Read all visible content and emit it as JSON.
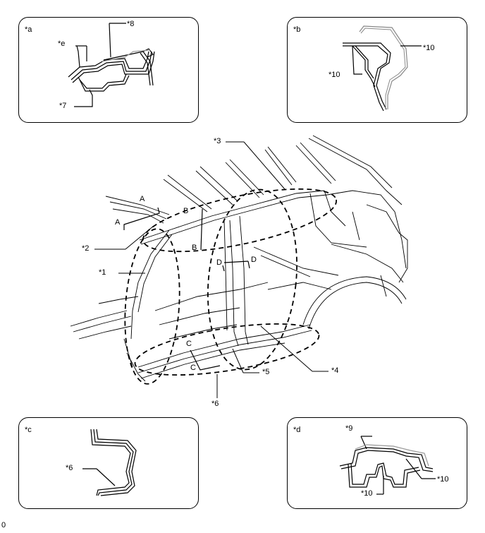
{
  "panel_a": {
    "id": "*a",
    "callouts": {
      "e": "*e",
      "c8": "*8",
      "c7": "*7"
    }
  },
  "panel_b": {
    "id": "*b",
    "callouts": {
      "c10a": "*10",
      "c10b": "*10"
    }
  },
  "panel_c": {
    "id": "*c",
    "callouts": {
      "c6": "*6"
    }
  },
  "panel_d": {
    "id": "*d",
    "callouts": {
      "c9": "*9",
      "c10a": "*10",
      "c10b": "*10"
    }
  },
  "main": {
    "callouts": {
      "c1": "*1",
      "c2": "*2",
      "c3": "*3",
      "c4": "*4",
      "c5": "*5",
      "c6": "*6"
    },
    "section_letters": {
      "A1": "A",
      "A2": "A",
      "B1": "B",
      "B2": "B",
      "C1": "C",
      "C2": "C",
      "D1": "D",
      "D2": "D"
    }
  },
  "reference_code": "0"
}
